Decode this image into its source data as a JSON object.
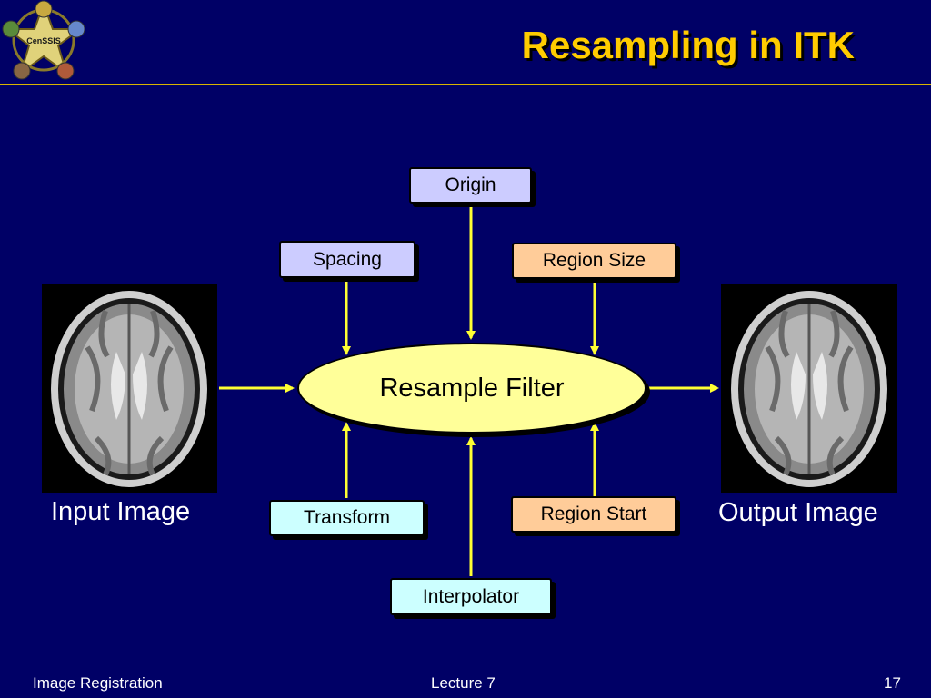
{
  "slide": {
    "title": "Resampling in ITK",
    "logo_text": "CenSSIS"
  },
  "diagram": {
    "center_node": "Resample Filter",
    "input_label": "Input Image",
    "output_label": "Output Image",
    "parameters": {
      "origin": "Origin",
      "spacing": "Spacing",
      "region_size": "Region Size",
      "transform": "Transform",
      "region_start": "Region Start",
      "interpolator": "Interpolator"
    }
  },
  "footer": {
    "left": "Image Registration",
    "center": "Lecture 7",
    "page": "17"
  },
  "colors": {
    "background": "#000066",
    "title": "#ffcc00",
    "arrow": "#ffff33",
    "filter_fill": "#ffff99",
    "lavender_box": "#ccccff",
    "peach_box": "#ffcc99",
    "cyan_box": "#ccffff"
  }
}
